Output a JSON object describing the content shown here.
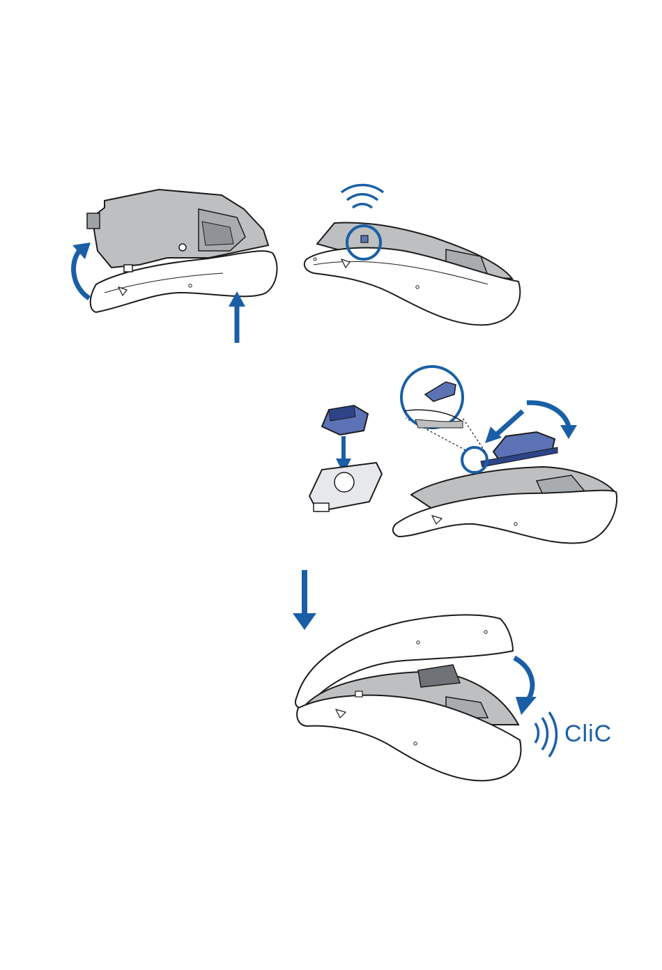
{
  "sound_label": "CliC",
  "colors": {
    "accent": "#1a5fa6",
    "line": "#1b1b1b",
    "shell_white": "#ffffff",
    "shell_grey": "#bdbfc1",
    "part_blue": "#5b73b4",
    "part_blue_dark": "#2d4489"
  },
  "steps": [
    {
      "name": "open-housing",
      "icons": [
        "curved-up-arrow-icon",
        "up-arrow-icon"
      ]
    },
    {
      "name": "housing-clips-in",
      "icons": [
        "sound-waves-icon",
        "highlight-circle-icon"
      ]
    },
    {
      "name": "assemble-module",
      "icons": [
        "down-arrow-icon"
      ]
    },
    {
      "name": "insert-module-detail",
      "icons": [
        "magnifier-circle-icon",
        "straight-arrow-icon",
        "curved-arrow-icon"
      ]
    },
    {
      "name": "close-housing",
      "icons": [
        "large-down-arrow-icon",
        "curved-down-arrow-icon",
        "sound-waves-icon"
      ]
    }
  ]
}
